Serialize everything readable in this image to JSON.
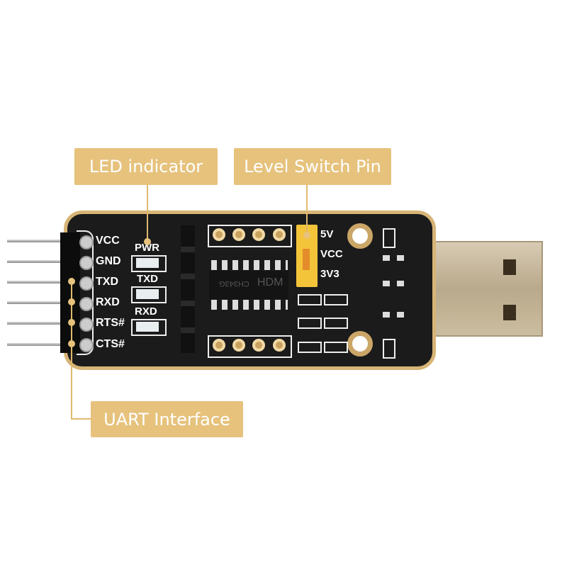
{
  "callouts": {
    "led": "LED indicator",
    "level": "Level Switch Pin",
    "uart": "UART Interface"
  },
  "board": {
    "pins": [
      "VCC",
      "GND",
      "TXD",
      "RXD",
      "RTS#",
      "CTS#"
    ],
    "leds": [
      "PWR",
      "TXD",
      "RXD"
    ],
    "switch_labels": [
      "5V",
      "VCC",
      "3V3"
    ],
    "chip": "CH343G",
    "chip_brand": "HDM"
  },
  "colors": {
    "callout": "#e6c27c",
    "pcb": "#1b1b1c",
    "edge": "#d7b476"
  }
}
